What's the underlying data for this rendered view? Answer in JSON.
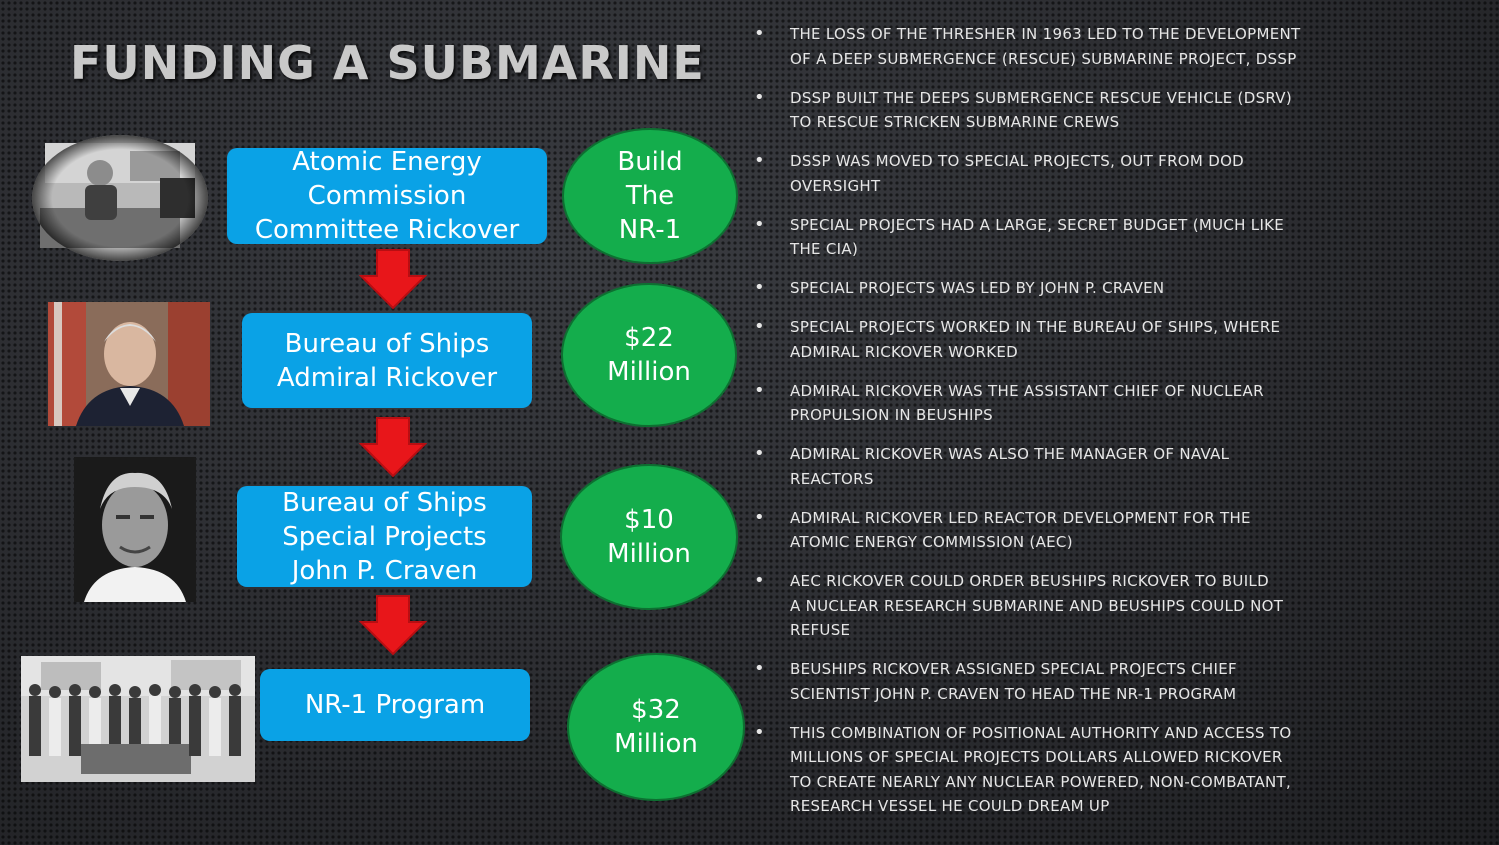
{
  "slide": {
    "title": "FUNDING A SUBMARINE"
  },
  "flow": {
    "boxes": [
      {
        "lines": [
          "Atomic Energy",
          "Commission",
          "Committee Rickover"
        ]
      },
      {
        "lines": [
          "Bureau of Ships",
          "Admiral Rickover"
        ]
      },
      {
        "lines": [
          "Bureau of Ships",
          "Special Projects",
          "John P. Craven"
        ]
      },
      {
        "lines": [
          "NR-1 Program"
        ]
      }
    ],
    "circles": [
      {
        "lines": [
          "Build",
          "The",
          "NR-1"
        ]
      },
      {
        "lines": [
          "$22",
          "Million"
        ]
      },
      {
        "lines": [
          "$10",
          "Million"
        ]
      },
      {
        "lines": [
          "$32",
          "Million"
        ]
      }
    ]
  },
  "bullets": [
    [
      "The loss of the Thresher in 1963 led to the development",
      "of a deep submergence (rescue) submarine project, DSSP"
    ],
    [
      "DSSP built the Deeps Submergence Rescue Vehicle (DSRV)",
      "to rescue stricken submarine crews"
    ],
    [
      "DSSP was moved to Special Projects, out from DoD",
      "oversight"
    ],
    [
      "Special Projects had a large, secret budget (much like",
      "the CIA)"
    ],
    [
      "Special Projects was led by John P. Craven"
    ],
    [
      "Special Projects worked in the Bureau of Ships, where",
      "Admiral Rickover worked"
    ],
    [
      "Admiral Rickover was the Assistant Chief of Nuclear",
      "Propulsion in BEUSHIPS"
    ],
    [
      "Admiral Rickover was also the manager of Naval",
      "Reactors"
    ],
    [
      "Admiral Rickover led Reactor development for the",
      "Atomic Energy Commission (AEC)"
    ],
    [
      "AEC Rickover could order BEUSHIPS Rickover to build",
      "a Nuclear Research submarine and BEUSHIPS could not",
      "refuse"
    ],
    [
      "BEUSHIPS Rickover assigned Special Projects Chief",
      "Scientist John P. Craven to head the NR-1 program"
    ],
    [
      "This combination of positional authority and access to",
      "millions of Special Projects dollars allowed Rickover",
      "to create nearly any nuclear powered, non-combatant,",
      "research vessel he could dream up"
    ]
  ],
  "colors": {
    "box": "#0aa2e6",
    "circle": "#14ad4c",
    "arrow": "#e8161a"
  }
}
